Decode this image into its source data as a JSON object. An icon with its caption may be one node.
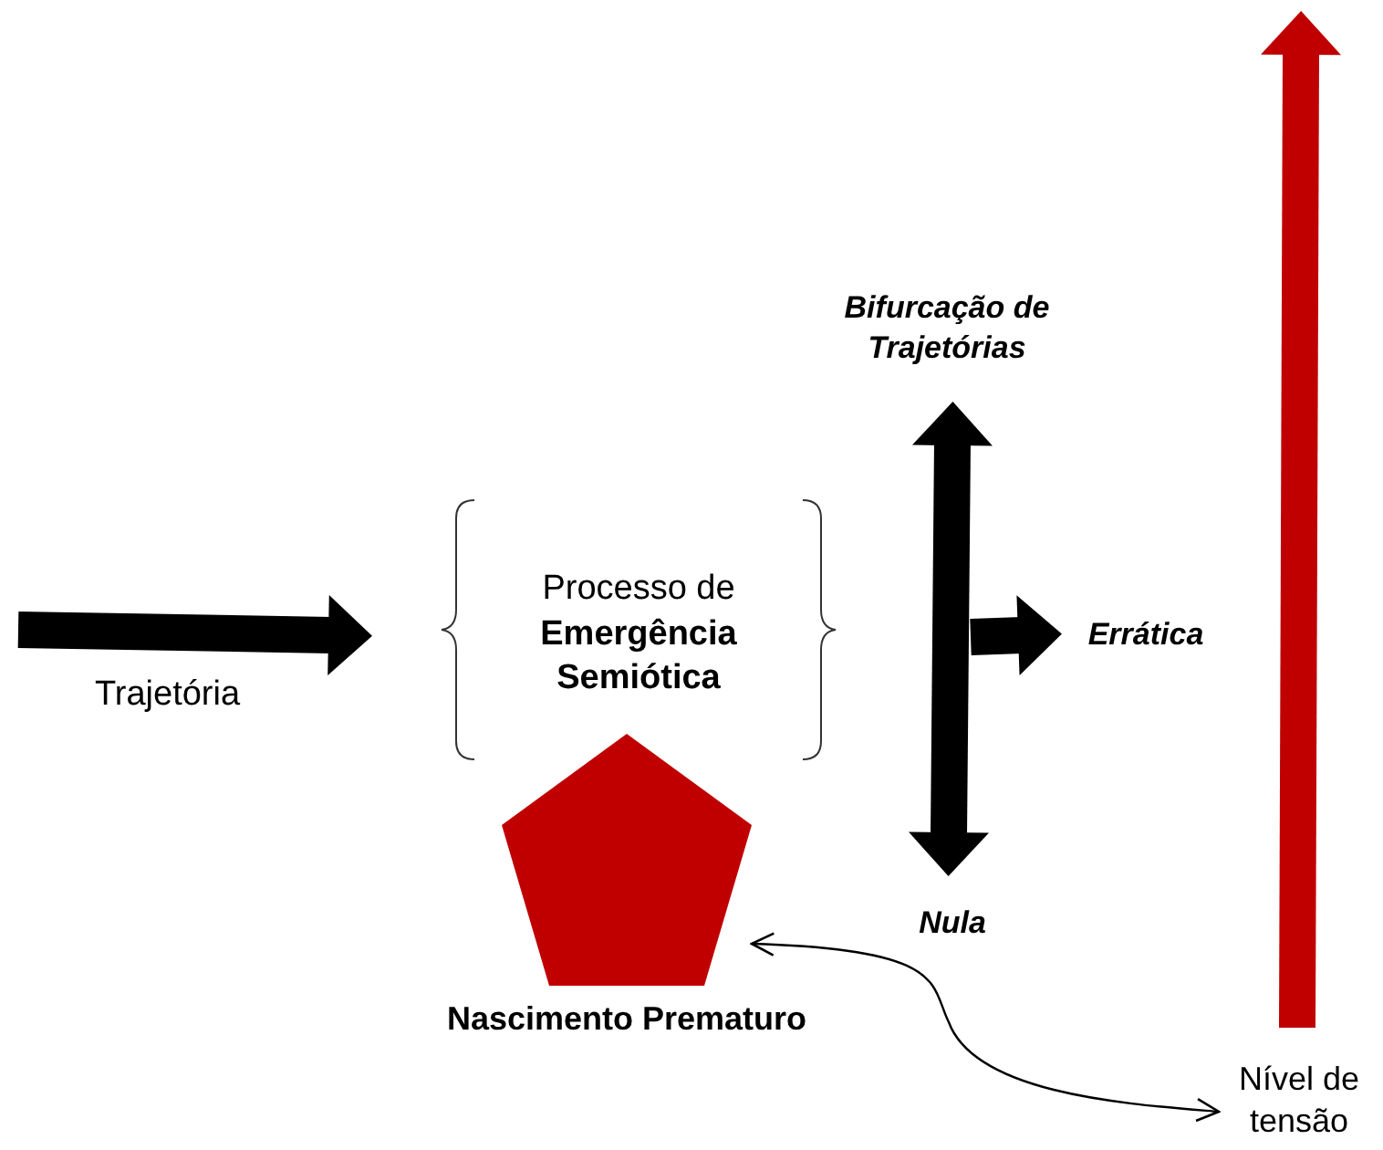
{
  "diagram": {
    "nodes": [
      {
        "text": [
          "Processo de **Emergência Semiótica**"
        ]
      },
      {
        "text": [],
        "shape": "pentagon",
        "beside": [
          "Nascimento Prematuro"
        ]
      },
      {
        "text": [
          "Bifurcação de Trajetórias"
        ]
      },
      {
        "text": [
          "Errática"
        ]
      },
      {
        "text": [
          "Nula"
        ]
      },
      {
        "text": [
          "Nível de tensão"
        ]
      }
    ],
    "edges": [
      {
        "from": null,
        "to": 0,
        "arrow": "to",
        "label": "Trajetória"
      },
      {
        "from": 2,
        "to": 4,
        "arrow": "both"
      },
      {
        "from": null,
        "to": 3,
        "arrow": "to"
      },
      {
        "from": 5,
        "to": null,
        "arrow": "to",
        "color": "#c00000"
      },
      {
        "from": 5,
        "to": 1,
        "arrow": "both"
      }
    ]
  }
}
